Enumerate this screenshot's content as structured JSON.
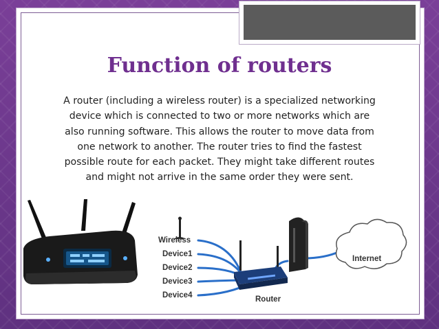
{
  "slide": {
    "title": "Function of routers",
    "body": "A router (including a wireless router) is a specialized networking device which is connected to two or more networks which are also running software. This allows the router to move data from one network to another. The router tries to find the fastest possible route for each packet. They might take different routes and might not arrive in the same order they were sent."
  },
  "diagram": {
    "devices": [
      "Wireless",
      "Device1",
      "Device2",
      "Device3",
      "Device4"
    ],
    "router_label": "Router",
    "cloud_label": "Internet"
  },
  "colors": {
    "accent_title": "#6f2f8f",
    "background": "#6b3a8a",
    "cable_blue": "#2a6fc9"
  }
}
